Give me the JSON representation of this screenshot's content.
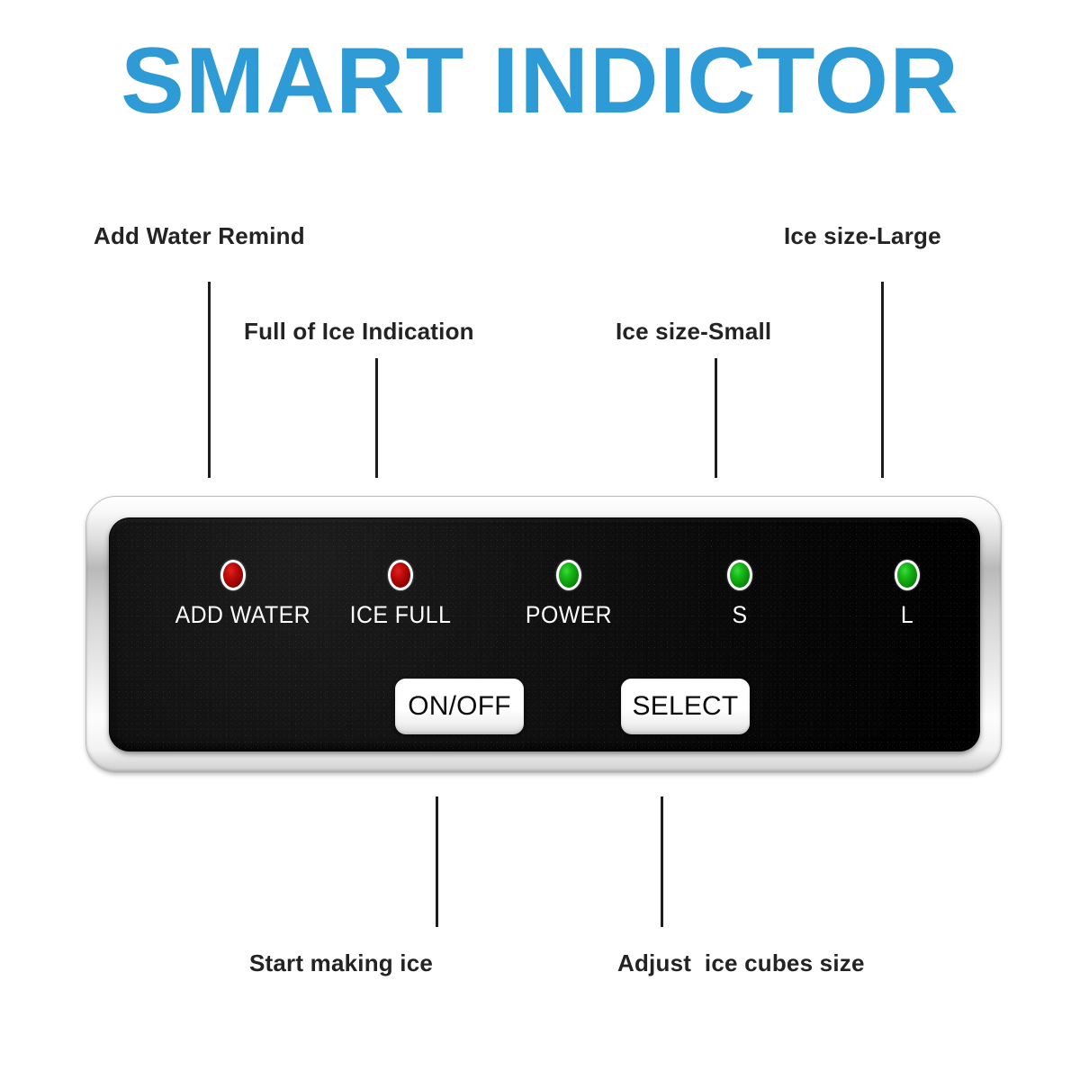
{
  "header": {
    "title": "SMART INDICTOR",
    "title_color": "#2e9ad6"
  },
  "callouts": {
    "top_left": {
      "label": "Add Water Remind"
    },
    "mid_left": {
      "label": "Full of Ice Indication"
    },
    "mid_right": {
      "label": "Ice size-Small"
    },
    "top_right": {
      "label": "Ice size-Large"
    },
    "bottom_left": {
      "label": "Start making ice"
    },
    "bottom_right": {
      "label": "Adjust  ice cubes size"
    }
  },
  "panel": {
    "leds": [
      {
        "name": "add-water",
        "label": "ADD WATER",
        "color": "red",
        "hex": "#bf0b0b"
      },
      {
        "name": "ice-full",
        "label": "ICE FULL",
        "color": "red",
        "hex": "#bf0b0b"
      },
      {
        "name": "power",
        "label": "POWER",
        "color": "green",
        "hex": "#16b516"
      },
      {
        "name": "ice-small",
        "label": "S",
        "color": "green",
        "hex": "#16b516"
      },
      {
        "name": "ice-large",
        "label": "L",
        "color": "green",
        "hex": "#16b516"
      }
    ],
    "buttons": [
      {
        "name": "on-off",
        "label": "ON/OFF"
      },
      {
        "name": "select",
        "label": "SELECT"
      }
    ],
    "face_color": "#0a0a0a",
    "bezel_color": "#d4d4d4"
  }
}
